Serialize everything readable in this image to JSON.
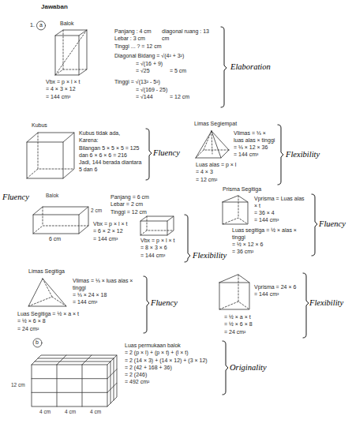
{
  "diagram": {
    "title": "Jawaban",
    "labels": [
      "1.",
      "a",
      "Balok",
      "Panjang : 4 cm",
      "diagonal ruang : 13 cm",
      "Lebar : 3 cm",
      "Tinggi ... ? = 12 cm",
      "Diagonal Bidang = √(4² + 3²)",
      "= √(16 + 9)",
      "= √25",
      "= 5 cm",
      "Tinggi = √(13² - 5²)",
      "= √(169 - 25)",
      "= √144",
      "= 12 cm",
      "Vbx = p × l × t",
      "= 4 × 3 × 12",
      "= 144 cm³",
      "Elaboration",
      "Kubus",
      "Kubus tidak ada,",
      "Karena:",
      "Bilangan 5 × 5 × 5 = 125",
      "dan 6 × 6 × 6 = 216",
      "Jadi, 144 berada diantara 5 dan 6",
      "Fluency",
      "Limas Segiempat",
      "Vlimas = ⅓ × luas alas × tinggi",
      "= ⅓ × 12 × 36",
      "= 144 cm³",
      "Luas alas = p × l",
      "= 4 × 3",
      "= 12 cm²",
      "Flexibility",
      "Fluency",
      "Balok",
      "2 cm",
      "6 cm",
      "Panjang = 6 cm",
      "Lebar = 2 cm",
      "Tinggi = 12 cm",
      "Vbx = p × l × t",
      "= 6 × 2 × 12",
      "= 144 cm³",
      "Vbx = p × l × t",
      "= 8 × 3 × 6",
      "= 144 cm³",
      "Flexibility",
      "Prisma Segitiga",
      "Vprisma = Luas alas × t",
      "= 36 × 4",
      "= 144 cm³",
      "Luas segitiga = ½ × alas × tinggi",
      "= ½ × 12 × 6",
      "= 36 cm²",
      "Fluency",
      "Limas Segitiga",
      "Vlimas = ⅓ × luas alas × tinggi",
      "= ⅓ × 24 × 18",
      "= 144 cm³",
      "Luas Segitiga = ½ × a × t",
      "= ½ × 6 × 8",
      "= 24 cm²",
      "Fluency",
      "Vprisma = 24 × 6",
      "= 144 cm³",
      "= ½ × a × t",
      "= ½ × 6 × 8",
      "= 24 cm²",
      "Flexibility",
      "b",
      "12 cm",
      "4 cm",
      "4 cm",
      "4 cm",
      "Luas permukaan balok",
      "= 2 (p × l) + (p × t) + (l × t)",
      "= 2 (14 × 3) + (14 × 12) + (3 × 12)",
      "= 2 (42 + 168 + 36)",
      "= 2 (246)",
      "= 492 cm²",
      "Originality"
    ]
  }
}
